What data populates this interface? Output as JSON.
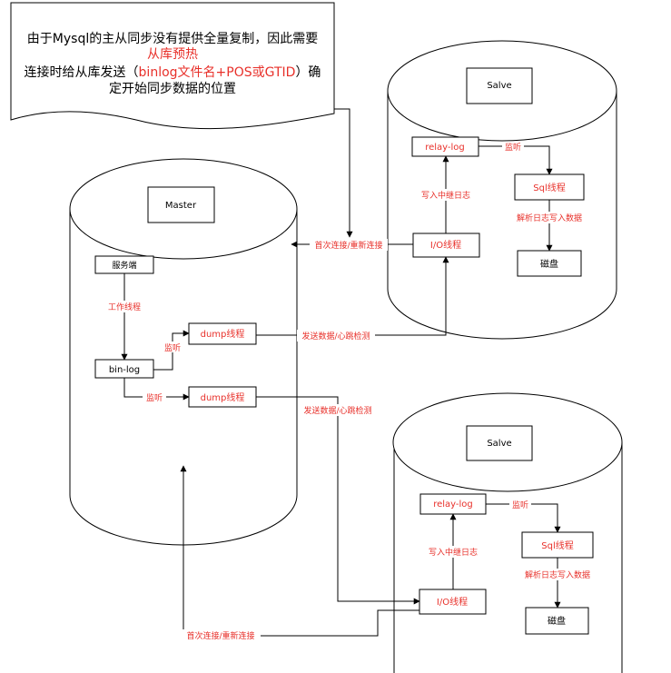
{
  "note": {
    "line1": "由于Mysql的主从同步没有提供全量复制，因此需要",
    "line2_red": "从库预热",
    "line3_a": "连接时给从库发送（",
    "line3_red": "binlog文件名+POS或GTID",
    "line3_b": "）确",
    "line4": "定开始同步数据的位置"
  },
  "master": {
    "title": "Master",
    "service": "服务端",
    "worker_label": "工作线程",
    "binlog": "bin-log",
    "listen_1": "监听",
    "listen_2": "监听",
    "dump_1": "dump线程",
    "dump_2": "dump线程"
  },
  "slave_top": {
    "title": "Salve",
    "relay": "relay-log",
    "listen": "监听",
    "sql": "Sql线程",
    "write_relay": "写入中继日志",
    "parse_label": "解析日志写入数据",
    "io": "I/O线程",
    "disk": "磁盘"
  },
  "slave_bottom": {
    "title": "Salve",
    "relay": "relay-log",
    "listen": "监听",
    "sql": "Sql线程",
    "write_relay": "写入中继日志",
    "parse_label": "解析日志写入数据",
    "io": "I/O线程",
    "disk": "磁盘"
  },
  "edges": {
    "connect_top": "首次连接/重新连接",
    "send_top": "发送数据/心跳检测",
    "send_bottom": "发送数据/心跳检测",
    "connect_bottom": "首次连接/重新连接"
  },
  "colors": {
    "red": "#e8302a",
    "black": "#000000"
  }
}
